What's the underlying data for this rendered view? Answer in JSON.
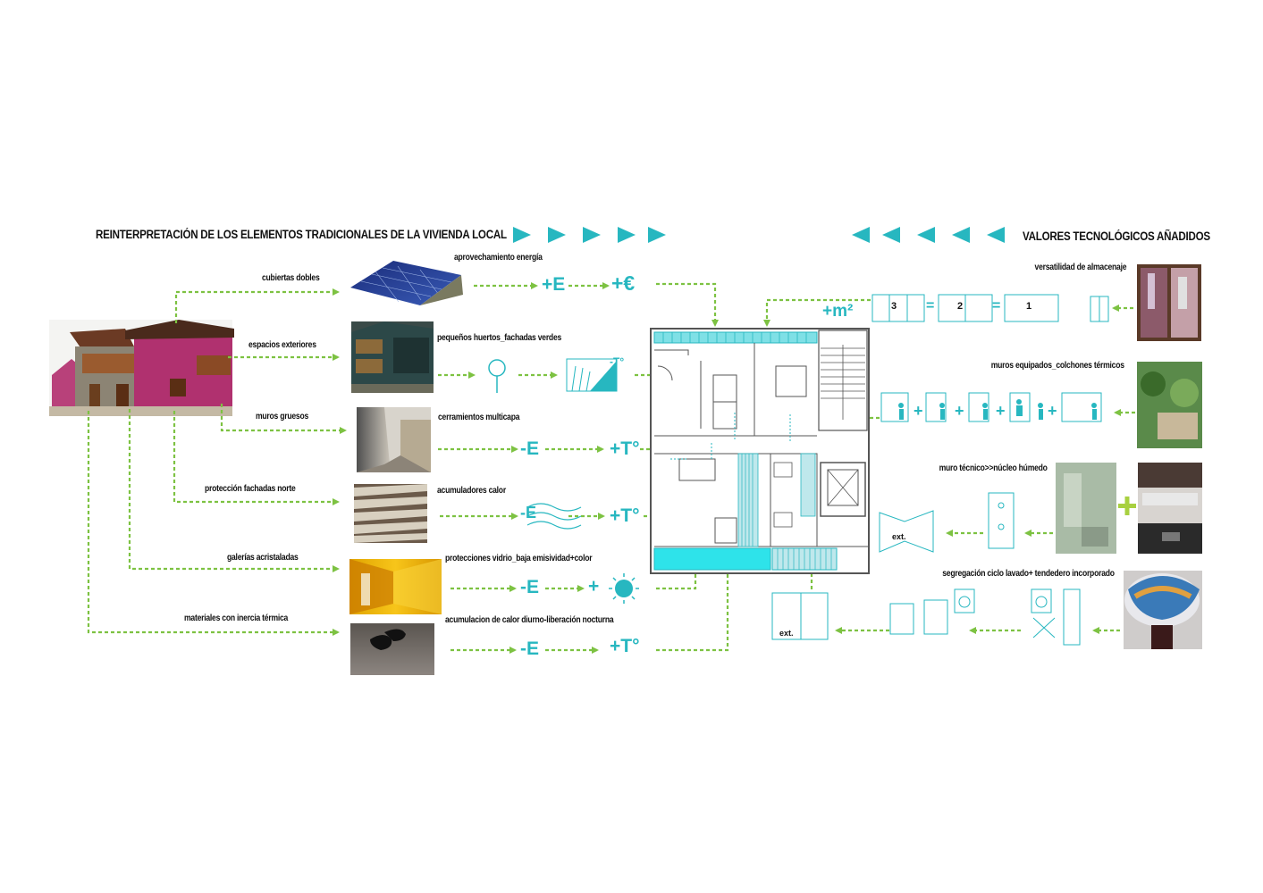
{
  "header": {
    "left_title": "REINTERPRETACIÓN DE LOS ELEMENTOS TRADICIONALES DE LA VIVIENDA LOCAL",
    "right_title": "VALORES TECNOLÓGICOS AÑADIDOS"
  },
  "left_labels": [
    "cubiertas dobles",
    "espacios exteriores",
    "muros gruesos",
    "protección fachadas norte",
    "galerías acristaladas",
    "materiales con inercia térmica"
  ],
  "middle_labels": [
    "aprovechamiento energía",
    "pequeños huertos_fachadas verdes",
    "cerramientos multicapa",
    "acumuladores calor",
    "protecciones vidrio_baja emisividad+color",
    "acumulacion de calor diurno-liberación nocturna"
  ],
  "right_labels": [
    "versatilidad de almacenaje",
    "muros equipados_colchones térmicos",
    "muro técnico>>núcleo húmedo",
    "segregación ciclo lavado+ tendedero incorporado"
  ],
  "symbols": {
    "plus_e": "+E",
    "plus_euro": "+€",
    "minus_t": "-T°",
    "minus_e": "-E",
    "plus_t": "+T°",
    "plus": "+",
    "plus_m2": "+m²",
    "storage_3": "3",
    "storage_2": "2",
    "storage_1": "1",
    "equals": "=",
    "ext": "ext."
  },
  "colors": {
    "arrow_green": "#7dc242",
    "accent_cyan": "#27b7c0",
    "plan_gray": "#555555"
  }
}
